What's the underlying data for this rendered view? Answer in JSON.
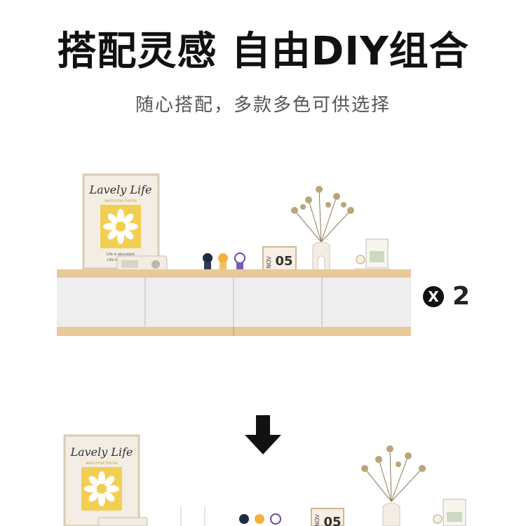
{
  "header": {
    "title": "搭配灵感 自由DIY组合",
    "subtitle": "随心搭配，多款多色可供选择"
  },
  "combo_top": {
    "poster_title": "Lavely Life",
    "poster_small_1": "welcome home",
    "poster_small_2": "Life is abundant",
    "poster_small_3": "Life is beautiful",
    "calendar_month": "NOV",
    "calendar_day": "05",
    "multiplier_symbol": "X",
    "multiplier_count": "2"
  },
  "combo_bottom": {
    "poster_title": "Lavely Life",
    "poster_small_1": "welcome home",
    "calendar_month": "NOV",
    "calendar_day": "05"
  },
  "colors": {
    "wood": "#e8c99a",
    "door": "#eeeeee",
    "poster_frame": "#f3ede4",
    "flower_bg": "#f1cf52",
    "text_dark": "#111111"
  },
  "icons": {
    "arrow": "arrow-down-icon",
    "multiply": "multiply-icon"
  }
}
